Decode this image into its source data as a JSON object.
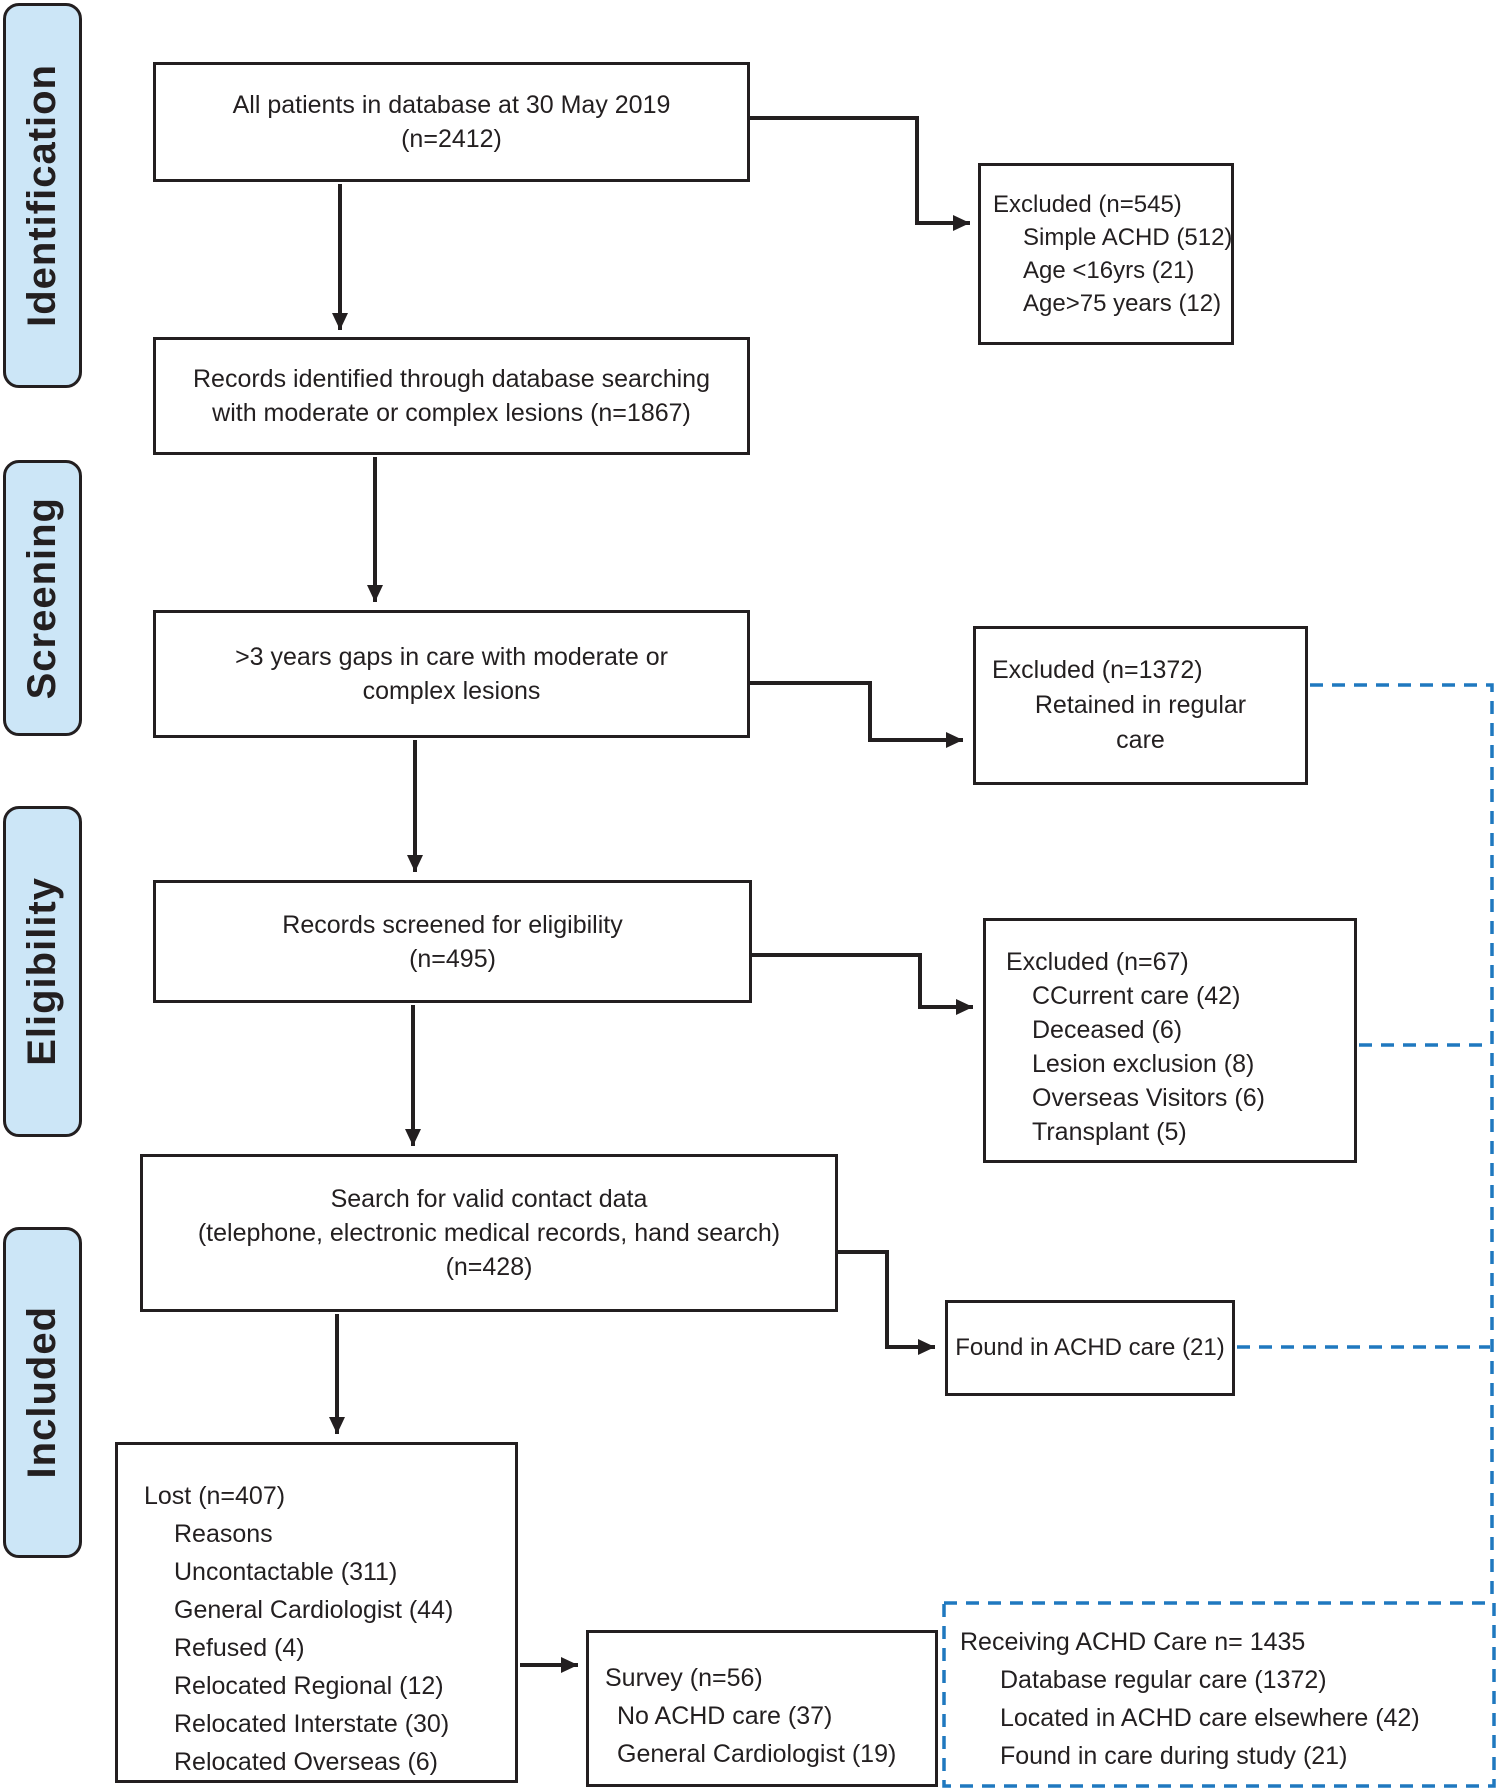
{
  "sidebar": {
    "labels": [
      {
        "id": "identification",
        "label": "Identification"
      },
      {
        "id": "screening",
        "label": "Screening"
      },
      {
        "id": "eligibility",
        "label": "Eligibility"
      },
      {
        "id": "included",
        "label": "Included"
      }
    ]
  },
  "boxes": {
    "all_patients": {
      "lines": [
        "All patients in database at 30 May 2019",
        "(n=2412)"
      ]
    },
    "records_identified": {
      "lines": [
        "Records identified through database searching",
        "with moderate or complex lesions (n=1867)"
      ]
    },
    "gaps": {
      "lines": [
        ">3 years gaps in care with moderate or",
        "complex lesions"
      ]
    },
    "excluded_545": {
      "title": "Excluded (n=545)",
      "items": [
        "Simple ACHD (512)",
        "Age <16yrs (21)",
        "Age>75 years (12)"
      ]
    },
    "excluded_1372": {
      "title": "Excluded (n=1372)",
      "lines": [
        "Retained in regular",
        "care"
      ]
    },
    "screened": {
      "lines": [
        "Records screened for eligibility",
        "(n=495)"
      ]
    },
    "excluded_67": {
      "title": "Excluded (n=67)",
      "items": [
        "CCurrent care (42)",
        "Deceased (6)",
        "Lesion exclusion (8)",
        "Overseas Visitors (6)",
        "Transplant (5)"
      ]
    },
    "search": {
      "lines": [
        "Search for valid contact data",
        "(telephone, electronic medical records, hand search)",
        "(n=428)"
      ]
    },
    "found": {
      "lines": [
        "Found in ACHD care (21)"
      ]
    },
    "lost": {
      "title": "Lost (n=407)",
      "items": [
        "Reasons",
        "Uncontactable (311)",
        "General Cardiologist (44)",
        "Refused (4)",
        "Relocated Regional (12)",
        "Relocated Interstate (30)",
        "Relocated Overseas (6)"
      ]
    },
    "survey": {
      "title": "Survey (n=56)",
      "items": [
        "No ACHD care (37)",
        "General Cardiologist (19)"
      ]
    },
    "receiving": {
      "title": "Receiving ACHD Care n= 1435",
      "items": [
        "Database regular care (1372)",
        "Located in ACHD care elsewhere (42)",
        "Found in care during study (21)"
      ]
    }
  },
  "colors": {
    "ink": "#231f20",
    "sidebar_fill": "#cce6f7",
    "dashed_blue": "#1f78bf",
    "box_fill": "#ffffff"
  }
}
